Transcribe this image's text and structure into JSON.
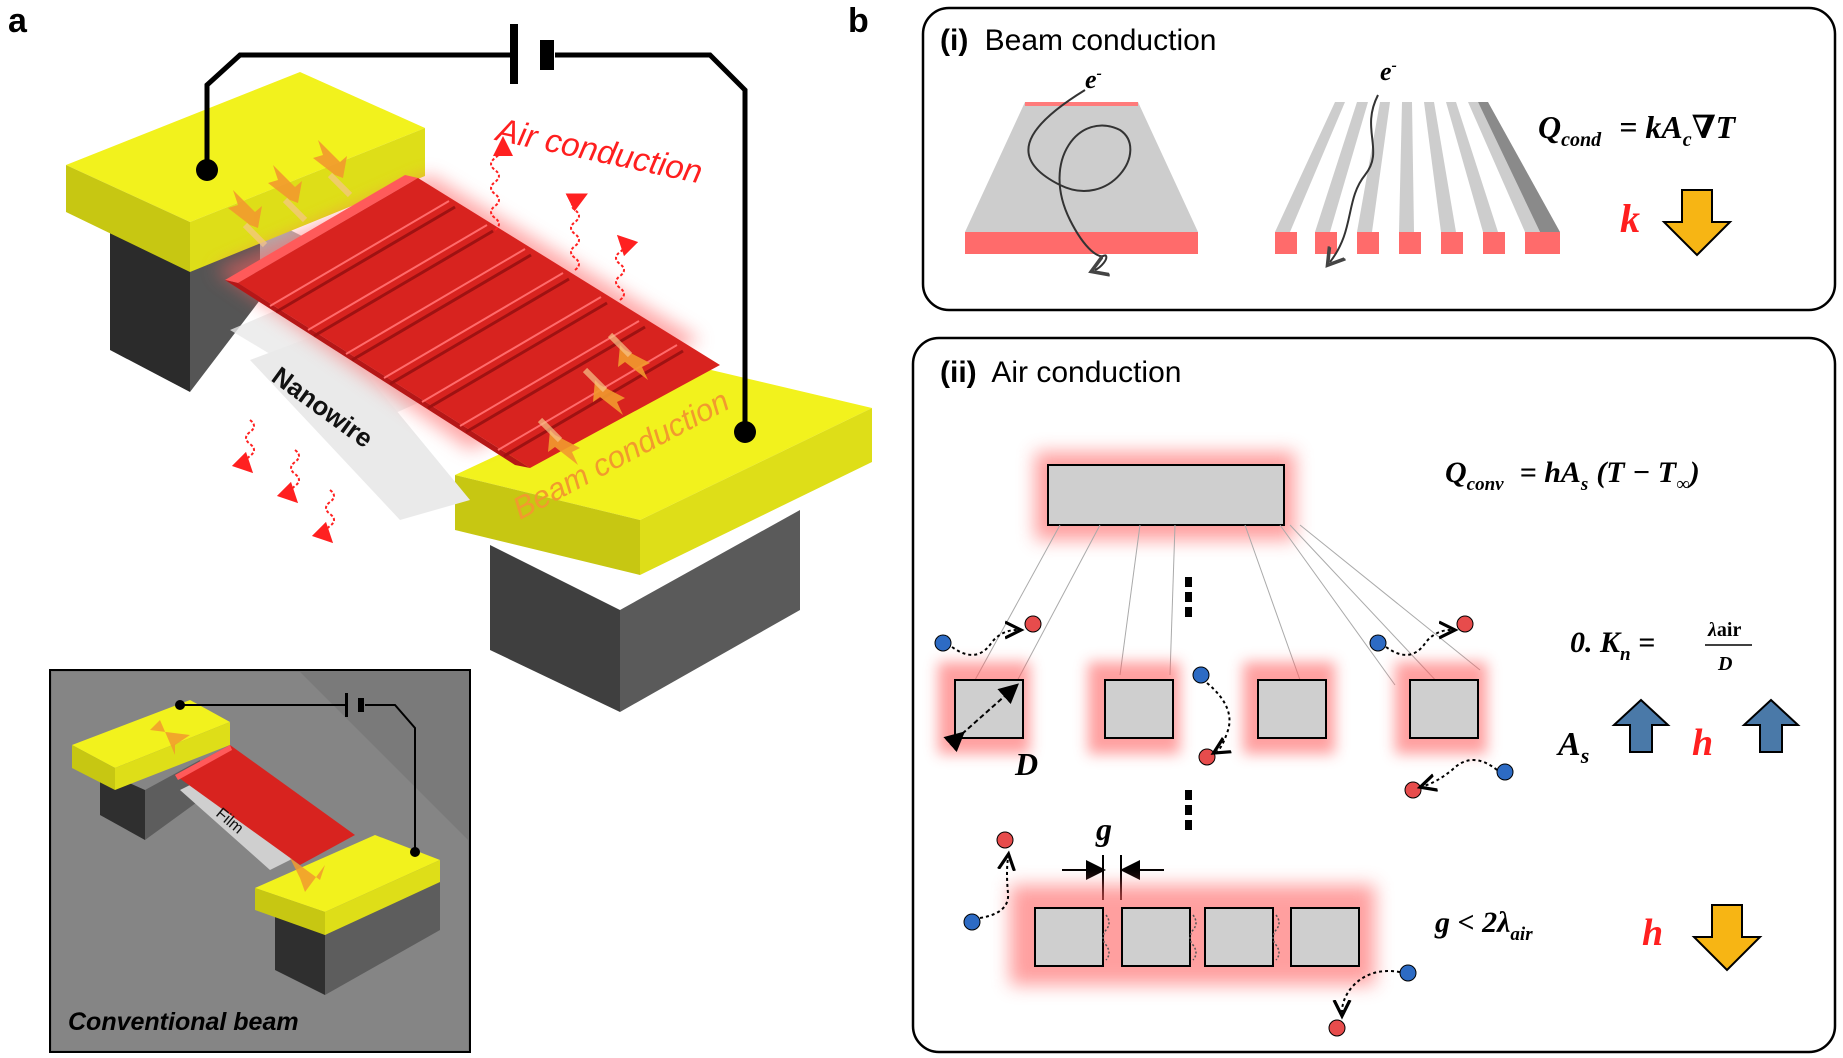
{
  "colors": {
    "gold": "#e6e61a",
    "gold_dark": "#b8b80e",
    "support_front": "#4a4a4a",
    "support_side": "#2f2f2f",
    "wire_red": "#d8231f",
    "heat_red": "#ff2020",
    "arrow_orange": "#f29a2e",
    "up_arrow_blue": "#4a79a8",
    "down_arrow_yellow": "#f7b514",
    "molecule_red": "#e74c4c",
    "molecule_blue": "#2d6bc4",
    "beam_gray": "#cfcfcf",
    "beam_pink_edge": "#ff7373"
  },
  "panel_a": {
    "label": "a",
    "air_conduction": "Air conduction",
    "beam_conduction": "Beam conduction",
    "nanowire": "Nanowire",
    "inset": {
      "film": "Film",
      "caption": "Conventional beam"
    }
  },
  "panel_b": {
    "label": "b",
    "section_i": {
      "num": "(i)",
      "title": "Beam conduction",
      "electron_1": "e",
      "electron_2": "e",
      "electron_sup": "-",
      "formula_lhs_base": "Q",
      "formula_lhs_sub": "cond",
      "formula_rhs": "= kA",
      "formula_rhs_sub": "c",
      "formula_rhs_tail": "∇T",
      "k_label": "k"
    },
    "section_ii": {
      "num": "(ii)",
      "title": "Air conduction",
      "formula_lhs_base": "Q",
      "formula_lhs_sub": "conv",
      "formula_rhs": "= hA",
      "formula_rhs_sub": "s",
      "formula_rhs_tail": "(T − T",
      "formula_rhs_inf": "∞",
      "formula_rhs_close": ")",
      "kn_prefix": "0. ",
      "kn_label": "K",
      "kn_sub": "n",
      "kn_eq": " =",
      "kn_num": "λ",
      "kn_num_sub": "air",
      "kn_den": "D",
      "as_label": "A",
      "as_sub": "s",
      "h_label_1": "h",
      "d_label": "D",
      "g_label": "g",
      "gap_condition": "g < 2λ",
      "gap_condition_sub": "air",
      "h_label_2": "h"
    }
  }
}
